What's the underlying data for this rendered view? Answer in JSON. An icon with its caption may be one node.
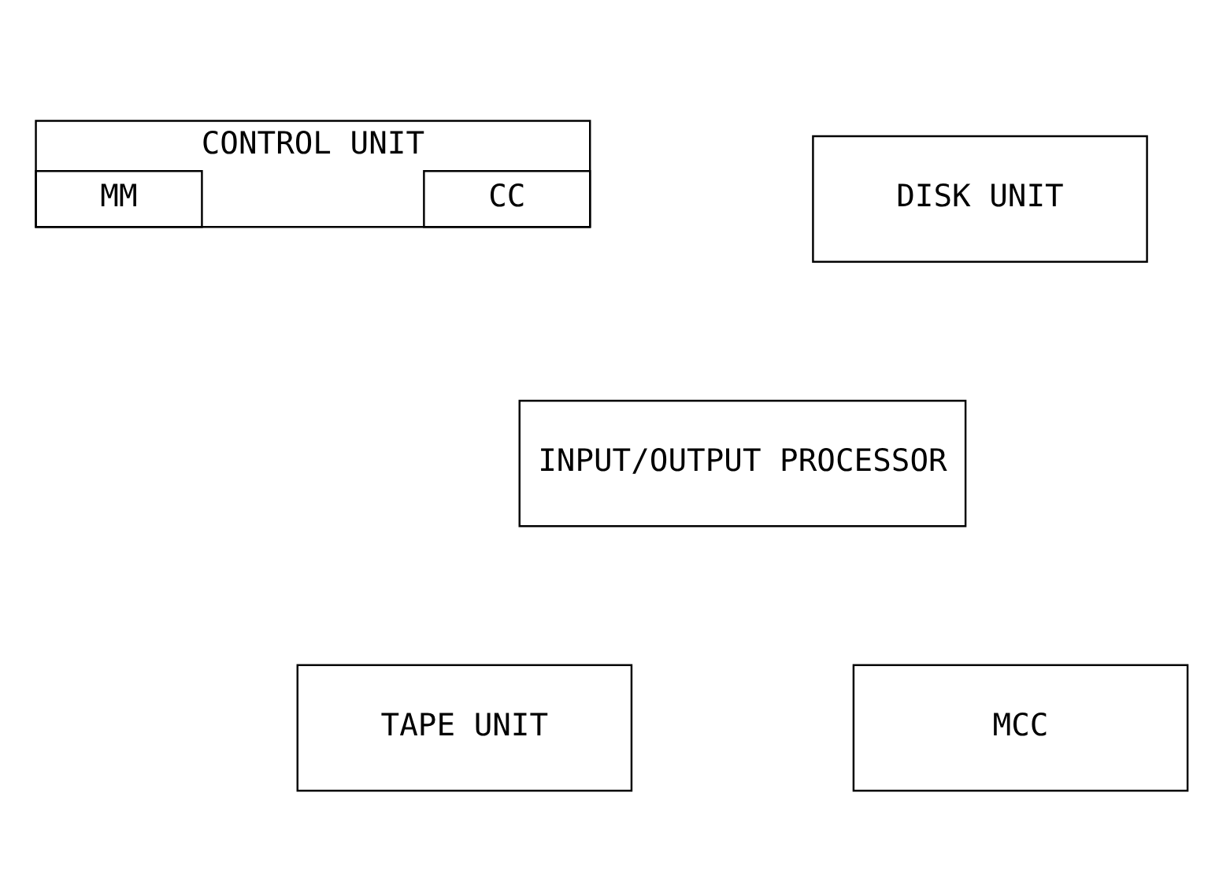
{
  "diagram": {
    "nodes": [
      {
        "text": [
          "CONTROL UNIT"
        ]
      },
      {
        "text": [
          "CC"
        ],
        "in": 0
      },
      {
        "text": [
          "MM"
        ],
        "in": 0
      },
      {
        "text": [
          "DISK UNIT"
        ]
      },
      {
        "text": [
          "INPUT/OUTPUT PROCESSOR"
        ]
      },
      {
        "text": [
          "TAPE UNIT"
        ]
      },
      {
        "text": [
          "MCC"
        ]
      }
    ]
  }
}
